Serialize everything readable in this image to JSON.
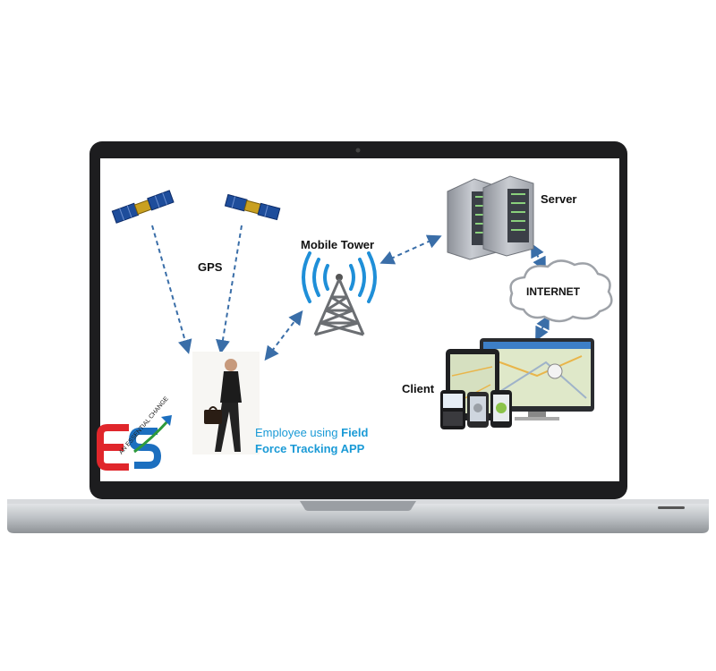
{
  "diagram": {
    "labels": {
      "gps": "GPS",
      "mobile_tower": "Mobile Tower",
      "server": "Server",
      "internet": "INTERNET",
      "client": "Client"
    },
    "employee_caption": {
      "plain": "Employee using ",
      "bold_1": "Field",
      "bold_2": "Force Tracking APP"
    },
    "logo": {
      "letters": "ES",
      "tagline": "AN ESSENTIAL CHANGE"
    },
    "colors": {
      "arrow": "#3a6ea8",
      "caption": "#1a9ad6",
      "logo_red": "#e0262b",
      "logo_blue": "#1c6fbf",
      "logo_green": "#2e9a3c"
    },
    "icons": [
      "laptop-frame",
      "satellite-icon",
      "satellite-icon",
      "tower-icon",
      "server-icon",
      "cloud-icon",
      "devices-icon",
      "employee-figure",
      "es-logo"
    ]
  }
}
